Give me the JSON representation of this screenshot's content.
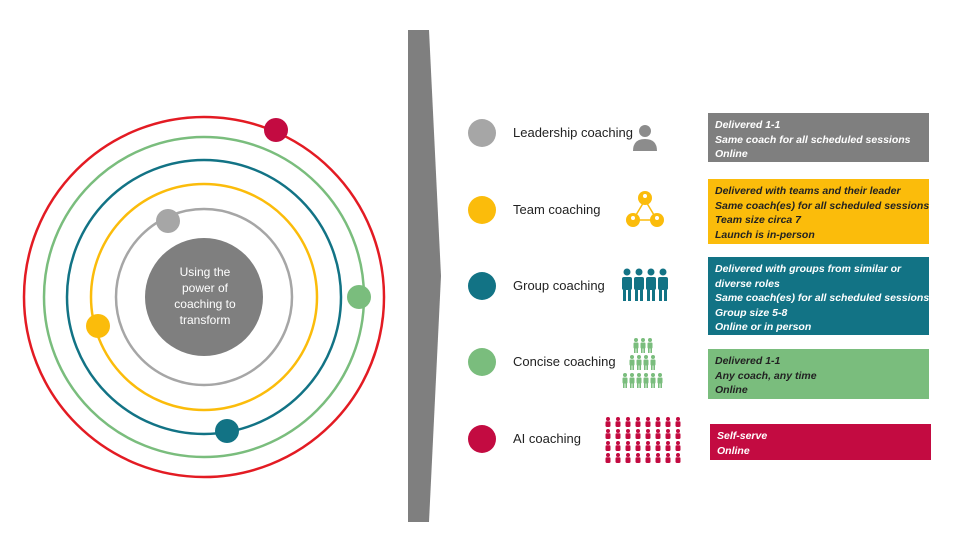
{
  "colors": {
    "grey": "#7f7f7f",
    "light_grey": "#a6a6a6",
    "yellow": "#fbbc0b",
    "teal": "#127385",
    "green": "#7abd7d",
    "red": "#e31b23",
    "crimson": "#c30b41"
  },
  "center": {
    "lines": [
      "Using the",
      "power of",
      "coaching to",
      "transform"
    ]
  },
  "rows": [
    {
      "label": "Leadership coaching",
      "icon": "person-icon",
      "details": [
        "Delivered 1-1",
        "Same coach for all scheduled sessions",
        "Online"
      ]
    },
    {
      "label": "Team coaching",
      "icon": "team-network-icon",
      "details": [
        "Delivered with teams and their leader",
        "Same coach(es) for all scheduled sessions",
        "Team size circa 7",
        "Launch is in-person"
      ]
    },
    {
      "label": "Group coaching",
      "icon": "group-people-icon",
      "details": [
        "Delivered with groups from similar or",
        "diverse roles",
        "Same coach(es) for all scheduled sessions",
        "Group size 5-8",
        "Online or in person"
      ]
    },
    {
      "label": "Concise coaching",
      "icon": "people-pyramid-icon",
      "details": [
        "Delivered 1-1",
        "Any coach, any time",
        "Online"
      ]
    },
    {
      "label": "AI coaching",
      "icon": "crowd-icon",
      "details": [
        "Self-serve",
        "Online"
      ]
    }
  ]
}
